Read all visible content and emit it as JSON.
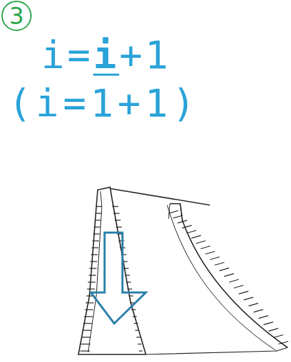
{
  "diagram": {
    "nodes": [
      {
        "text": [
          "3"
        ]
      }
    ],
    "labels": [
      "i=",
      "i",
      "+1",
      "(i=1+1)"
    ]
  }
}
